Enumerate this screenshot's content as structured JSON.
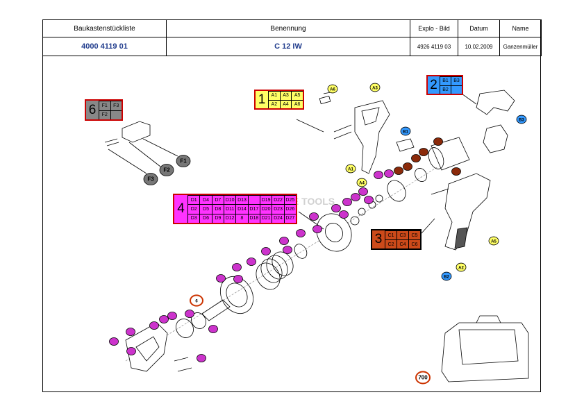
{
  "header": {
    "labels": [
      "Baukastenstückliste",
      "Benennung",
      "Explo - Bild",
      "Datum",
      "Name"
    ],
    "values": [
      "4000 4119 01",
      "C 12 IW",
      "4926 4119 03",
      "10.02.2009",
      "Ganzenmüller"
    ]
  },
  "groups": {
    "g1": {
      "num": "1",
      "color": "#ffff66",
      "border": "#cc0000",
      "cells": [
        "A1",
        "A3",
        "A5",
        "A2",
        "A4",
        "A6"
      ]
    },
    "g2": {
      "num": "2",
      "color": "#3399ff",
      "border": "#cc0000",
      "cells": [
        "B1",
        "B3",
        "B2",
        ""
      ]
    },
    "g3": {
      "num": "3",
      "color": "#cc4a1a",
      "border": "#000000",
      "cells": [
        "C1",
        "C3",
        "C5",
        "C2",
        "C4",
        "C6"
      ]
    },
    "g4": {
      "num": "4",
      "color": "#ff33ff",
      "border": "#cc0000",
      "cells": [
        "D1",
        "D4",
        "D7",
        "D10",
        "D13",
        "",
        "D19",
        "D22",
        "D25",
        "D2",
        "D5",
        "D8",
        "D11",
        "D14",
        "D17",
        "D20",
        "D23",
        "D26",
        "D3",
        "D6",
        "D9",
        "D12",
        "8",
        "D18",
        "D21",
        "D24",
        "D27"
      ]
    },
    "g6": {
      "num": "6",
      "color": "#888888",
      "border": "#cc0000",
      "cells": [
        "F1",
        "F3",
        "F2",
        ""
      ]
    }
  },
  "callouts": {
    "yellow": [
      "A6",
      "A3",
      "A1",
      "A4",
      "A5",
      "A2"
    ],
    "blue": [
      "B1",
      "B2",
      "B3"
    ],
    "gray": [
      "F1",
      "F2",
      "F3"
    ],
    "brown": [
      "C1",
      "C2",
      "C3",
      "C4",
      "C5",
      "C6"
    ],
    "magenta_count": 27,
    "orange": [
      "6",
      "700"
    ]
  },
  "watermark": "SPARE PARTS ONLINE TOOLS"
}
